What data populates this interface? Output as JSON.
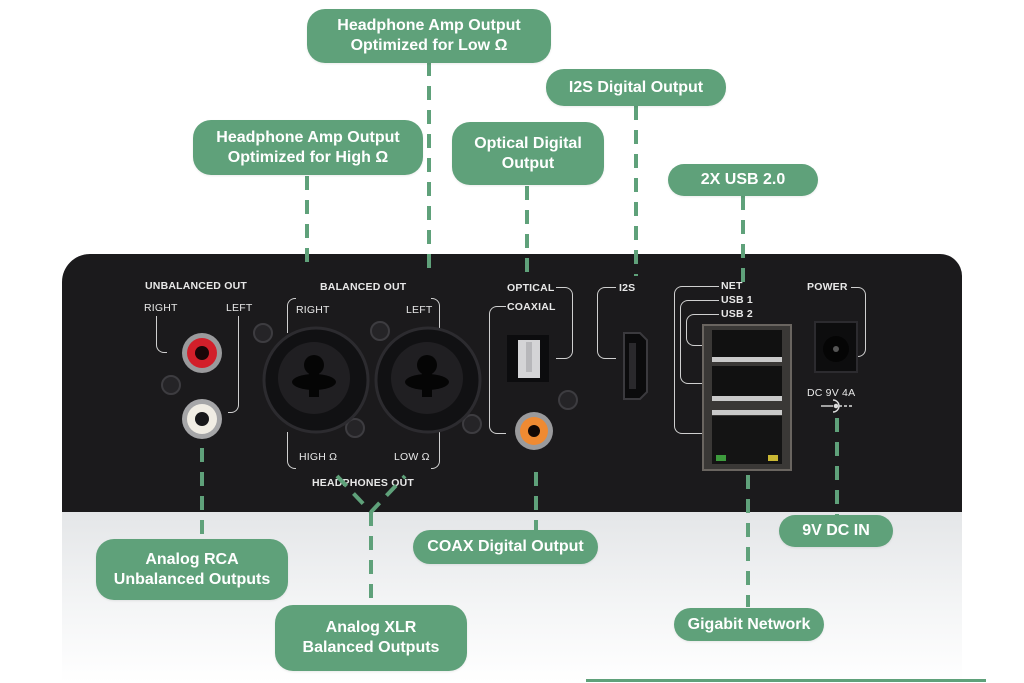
{
  "accent_color": "#5fa17a",
  "callouts": {
    "hp_low": "Headphone Amp Output\nOptimized for Low Ω",
    "hp_high": "Headphone Amp Output\nOptimized for High Ω",
    "optical": "Optical Digital\nOutput",
    "i2s": "I2S Digital Output",
    "usb": "2X USB 2.0",
    "rca": "Analog RCA\nUnbalanced Outputs",
    "xlr": "Analog XLR\nBalanced Outputs",
    "coax": "COAX Digital Output",
    "dc_in": "9V DC IN",
    "network": "Gigabit Network"
  },
  "panel_labels": {
    "unbalanced_out": "UNBALANCED OUT",
    "right": "RIGHT",
    "left": "LEFT",
    "balanced_out": "BALANCED OUT",
    "bal_right": "RIGHT",
    "bal_left": "LEFT",
    "high_ohm": "HIGH Ω",
    "low_ohm": "LOW Ω",
    "headphones_out": "HEADPHONES OUT",
    "optical": "OPTICAL",
    "coaxial": "COAXIAL",
    "i2s": "I2S",
    "net": "NET",
    "usb1": "USB 1",
    "usb2": "USB 2",
    "power": "POWER",
    "dc_rating": "DC 9V 4A"
  }
}
